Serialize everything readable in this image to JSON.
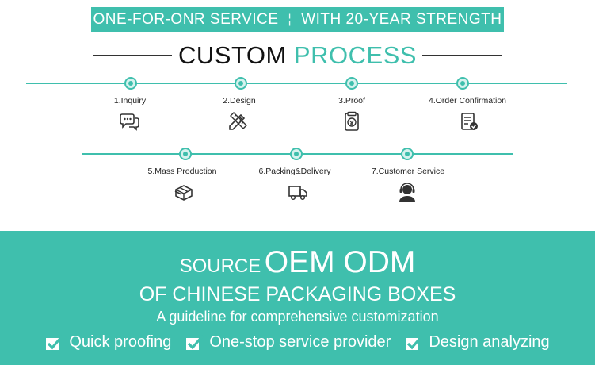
{
  "banner": {
    "left": "ONE-FOR-ONR SERVICE",
    "separator": "¦",
    "right": "WITH 20-YEAR STRENGTH"
  },
  "heading": {
    "part1": "CUSTOM",
    "part2": "PROCESS"
  },
  "steps": [
    {
      "label": "1.Inquiry",
      "icon": "chat-bubbles-icon"
    },
    {
      "label": "2.Design",
      "icon": "ruler-pencil-icon"
    },
    {
      "label": "3.Proof",
      "icon": "proof-sample-icon"
    },
    {
      "label": "4.Order Confirmation",
      "icon": "document-check-icon"
    },
    {
      "label": "5.Mass Production",
      "icon": "box-package-icon"
    },
    {
      "label": "6.Packing&Delivery",
      "icon": "delivery-truck-icon"
    },
    {
      "label": "7.Customer Service",
      "icon": "headset-agent-icon"
    }
  ],
  "footer": {
    "source": "SOURCE",
    "oem_odm": "OEM ODM",
    "subtitle": "OF CHINESE PACKAGING BOXES",
    "tagline": "A guideline for comprehensive customization",
    "features": [
      "Quick proofing",
      "One-stop service provider",
      "Design analyzing"
    ]
  },
  "colors": {
    "accent": "#3fbfad",
    "text": "#222222",
    "background": "#ffffff"
  }
}
